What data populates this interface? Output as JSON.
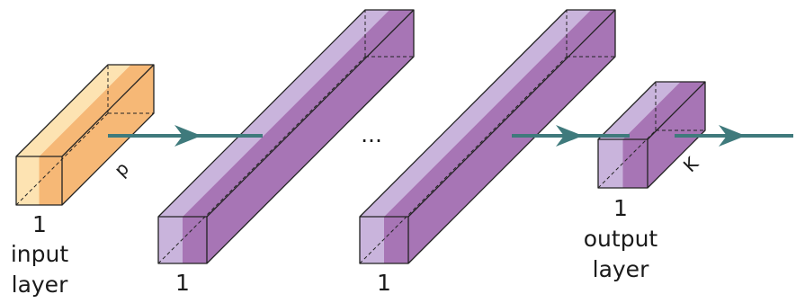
{
  "colors": {
    "input_light": "#fde3b2",
    "input_dark": "#f6b876",
    "hidden_light": "#c9b4dc",
    "hidden_dark": "#a775b5",
    "arrow": "#3f7a7c",
    "edge": "#222222"
  },
  "labels": {
    "input_size": "1",
    "input_layer_line1": "input",
    "input_layer_line2": "layer",
    "input_depth": "p",
    "hidden1_size": "1",
    "hidden2_size": "1",
    "ellipsis": "...",
    "output_size": "1",
    "output_layer_line1": "output",
    "output_layer_line2": "layer",
    "output_depth": "K"
  }
}
